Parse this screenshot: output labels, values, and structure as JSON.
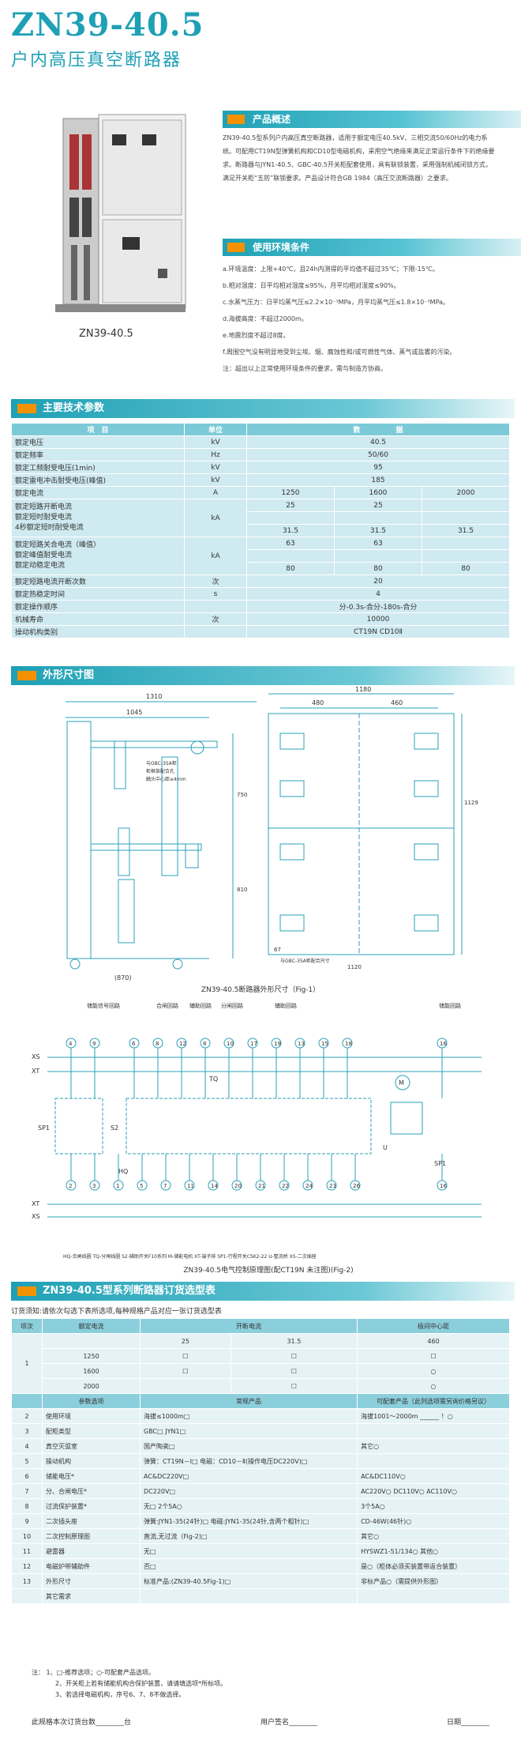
{
  "header": {
    "title_en": "ZN39-40.5",
    "title_cn": "户内高压真空断路器"
  },
  "product_caption": "ZN39-40.5",
  "overview": {
    "heading": "产品概述",
    "text": "ZN39-40.5型系列户内高压真空断路器，适用于额定电压40.5kV、三相交流50/60Hz的电力系统。可配用CT19N型弹簧机构和CD10型电磁机构，采用空气绝缘来满足正常运行条件下的绝缘要求。断路器与JYN1-40.5、GBC-40.5开关柜配套使用，具有联锁装置，采用强制机械闭锁方式，满足开关柜“五防”联锁要求。产品设计符合GB 1984（高压交流断路器）之要求。"
  },
  "environment": {
    "heading": "使用环境条件",
    "items": [
      "a.环境温度：上限+40℃，且24h内测得的平均值不超过35℃；下限-15℃。",
      "b.相对湿度：日平均相对湿度≤95%，月平均相对湿度≤90%。",
      "c.水蒸气压力：日平均蒸气压≤2.2×10⁻³MPa，月平均蒸气压≤1.8×10⁻³MPa。",
      "d.海拔高度：不超过2000m。",
      "e.地震烈度不超过8度。",
      "f.周围空气没有明显地受到尘埃、烟、腐蚀性和/或可燃性气体、蒸气或盐雾的污染。",
      "注：超出以上正常使用环境条件的要求，需与制造方协商。"
    ]
  },
  "spec": {
    "heading": "主要技术参数",
    "col_item": "项　目",
    "col_unit": "单位",
    "col_data": "数　　　　　据",
    "rows": [
      {
        "item": "额定电压",
        "unit": "kV",
        "vals": [
          "40.5"
        ]
      },
      {
        "item": "额定频率",
        "unit": "Hz",
        "vals": [
          "50/60"
        ]
      },
      {
        "item": "额定工频耐受电压(1min)",
        "unit": "kV",
        "vals": [
          "95"
        ]
      },
      {
        "item": "额定雷电冲击耐受电压(峰值)",
        "unit": "kV",
        "vals": [
          "185"
        ]
      },
      {
        "item": "额定电流",
        "unit": "A",
        "vals": [
          "1250",
          "1600",
          "2000"
        ]
      }
    ],
    "short_items": [
      "额定短路开断电流",
      "额定短时耐受电流",
      "4秒额定短时耐受电流"
    ],
    "short_unit": "kA",
    "short_r1": [
      "25",
      "25"
    ],
    "short_r2": [
      "31.5",
      "31.5",
      "31.5"
    ],
    "make_items": [
      "额定短路关合电流（峰值）",
      "额定峰值耐受电流",
      "额定动稳定电流"
    ],
    "make_unit": "kA",
    "make_r1": [
      "63",
      "63"
    ],
    "make_r2": [
      "80",
      "80",
      "80"
    ],
    "rows2": [
      {
        "item": "额定短路电流开断次数",
        "unit": "次",
        "val": "20"
      },
      {
        "item": "额定热稳定时间",
        "unit": "s",
        "val": "4"
      },
      {
        "item": "额定操作顺序",
        "unit": "",
        "val": "分-0.3s-合分-180s-合分"
      },
      {
        "item": "机械寿命",
        "unit": "次",
        "val": "10000"
      },
      {
        "item": "操动机构类别",
        "unit": "",
        "val": "CT19N  CD10Ⅱ"
      }
    ]
  },
  "dimensions": {
    "heading": "外形尺寸图",
    "labels": [
      "1310",
      "1045",
      "1180",
      "480",
      "460",
      "750",
      "810",
      "1120",
      "(870)",
      "67",
      "1129"
    ],
    "notes": [
      "与GBC-35A柜",
      "柜框架配合孔",
      "触头中心距≤4mm",
      "与GBC-35A柜配合尺寸"
    ],
    "caption": "ZN39-40.5断路器外形尺寸（Fig-1）"
  },
  "circuit": {
    "groups": [
      "储能信号回路",
      "合闸回路",
      "辅助回路",
      "分闸回路",
      "辅助回路",
      "储能回路"
    ],
    "top_nums": [
      "4",
      "9",
      "6",
      "8",
      "12",
      "8",
      "10",
      "17",
      "19",
      "13",
      "15",
      "18"
    ],
    "top_right": "16",
    "bottom_nums": [
      "2",
      "3",
      "1",
      "5",
      "7",
      "11",
      "14",
      "20",
      "21",
      "22",
      "24",
      "23",
      "26"
    ],
    "bottom_right": "16",
    "xs": "XS",
    "xt": "XT",
    "labels": [
      "SP1",
      "S2",
      "TQ",
      "HQ",
      "M",
      "U",
      "SP1"
    ],
    "legend": "HQ-合闸线圈   TQ-分闸线圈   S2-辅助开关F10系列   M-储能电机   XT-端子排   SP1-行程开关CSK2-22   U-整流桥  XS-二次插座",
    "caption": "ZN39-40.5电气控制原理图(配CT19N 未注图)(Fig-2)"
  },
  "order": {
    "heading": "ZN39-40.5型系列断路器订货选型表",
    "intro": "订货须知:请依次勾选下表所选项,每种规格产品对应一张订货选型表",
    "h_no": "项次",
    "h_rated_current": "额定电流",
    "h_break_current": "开断电流",
    "h_phase": "极间中心距",
    "break_vals": [
      "25",
      "31.5"
    ],
    "phase_val": "460",
    "currents": [
      "1250",
      "1600",
      "2000"
    ],
    "h_param": "参数选项",
    "h_normal": "常规产品",
    "h_optional": "可配套产品（此列选项需另询价格另议）",
    "rows": [
      {
        "no": "2",
        "param": "使用环境",
        "normal": "海拔≤1000m□",
        "opt": "海拔1001～2000m ______ ！○"
      },
      {
        "no": "3",
        "param": "配柜类型",
        "normal": "GBC□    JYN1□",
        "opt": ""
      },
      {
        "no": "4",
        "param": "真空灭弧室",
        "normal": "国产陶瓷□",
        "opt": "其它○"
      },
      {
        "no": "5",
        "param": "操动机构",
        "normal": "弹簧：CT19N－Ⅰ□  电磁：CD10－Ⅱ(操作电压DC220V)□",
        "opt": ""
      },
      {
        "no": "6",
        "param": "储能电压*",
        "normal": "AC&DC220V□",
        "opt": "AC&DC110V○"
      },
      {
        "no": "7",
        "param": "分、合闸电压*",
        "normal": "DC220V□",
        "opt": "AC220V○  DC110V○  AC110V○"
      },
      {
        "no": "8",
        "param": "过流保护装置*",
        "normal": "无□        2个5A○",
        "opt": "3个5A○"
      },
      {
        "no": "9",
        "param": "二次插头座",
        "normal": "弹簧:JYN1-35(24针)□  电磁:JYN1-35(24针,含两个粗针)□",
        "opt": "CD-46W(46针)○"
      },
      {
        "no": "10",
        "param": "二次控制原理图",
        "normal": "直流,无过流（Fig-2)□",
        "opt": "其它○"
      },
      {
        "no": "11",
        "param": "避雷器",
        "normal": "无□",
        "opt": "HYSWZ1-51/134○        其他○"
      },
      {
        "no": "12",
        "param": "电磁炉带辅助件",
        "normal": "否□",
        "opt": "是○（柜体必须买装置带返合装置）"
      },
      {
        "no": "13",
        "param": "外形尺寸",
        "normal": "标准产品:(ZN39-40.5Fig-1)□",
        "opt": "非标产品○（需提供外形图）"
      },
      {
        "no": "",
        "param": "其它需求",
        "normal": "",
        "opt": ""
      }
    ],
    "notes": [
      "注：  1、□-推荐选项；○-可配套产品选项。",
      "2、开关柜上若有储能机构合保护装置，请请填选项*所标项。",
      "3、若选择电磁机构，序号6、7、8不做选择。"
    ],
    "footer": [
      "此规格本次订货台数________台",
      "用户签名________",
      "日期________"
    ]
  }
}
